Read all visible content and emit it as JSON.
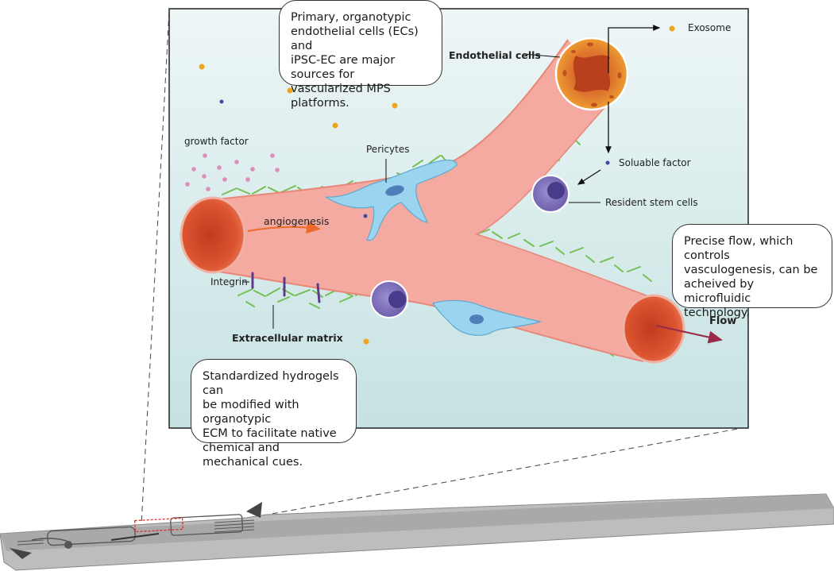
{
  "callouts": {
    "sources": "Primary, organotypic\nendothelial cells (ECs) and\niPSC-EC are major sources for\nvascularized MPS platforms.",
    "flow": "Precise flow, which controls\nvasculogenesis, can be\nacheived by microfluidic\ntechnology.",
    "hydrogels": "Standardized hydrogels can\nbe modified with organotypic\nECM to facilitate native\nchemical and mechanical cues."
  },
  "labels": {
    "endothelial_cells": "Endothelial cells",
    "exosome": "Exosome",
    "growth_factor": "growth factor",
    "pericytes": "Pericytes",
    "soluble_factor": "Soluable factor",
    "resident_stem_cells": "Resident stem cells",
    "angiogenesis": "angiogenesis",
    "integrin": "Integrin",
    "extracellular_matrix": "Extracellular matrix",
    "flow": "Flow"
  },
  "colors": {
    "panel_top": "#eaf4f4",
    "panel_bottom": "#c8e3e3",
    "vessel": "#f4a9a0",
    "vessel_dark": "#e07a66",
    "lumen": "#d9482c",
    "endothelial_cell": "#f2a830",
    "pericyte": "#8ecfea",
    "stem_cell": "#7a6bb5",
    "ecm_fiber": "#6dbb45",
    "integrin": "#5a3a8c",
    "growth_factor": "#d98fb8",
    "exosome": "#f0a41e",
    "soluble_factor": "#3d4aa8",
    "angiogenesis_arrow": "#ee6a2a",
    "flow_arrow": "#9a2a4a",
    "chip": "#b9b9b9"
  }
}
